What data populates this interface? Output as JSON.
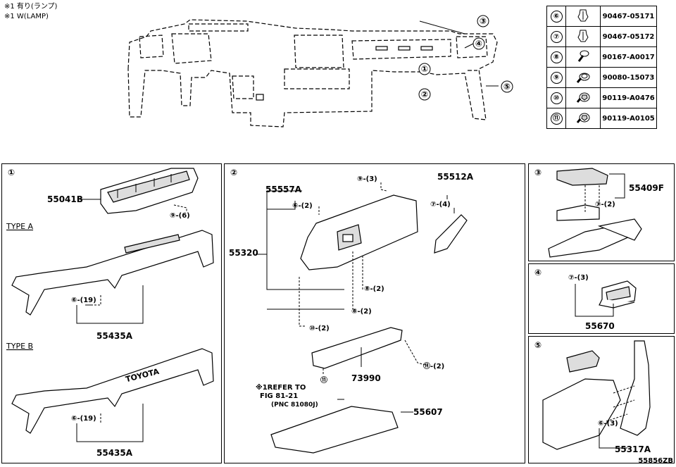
{
  "notes": {
    "line1": "※1 有り(ランプ)",
    "line2": "※1 W(LAMP)"
  },
  "overview_callouts": [
    "①",
    "②",
    "③",
    "④",
    "⑤"
  ],
  "parts_table": [
    {
      "ref": "⑥",
      "part": "90467-05171",
      "icon": "clip-icon"
    },
    {
      "ref": "⑦",
      "part": "90467-05172",
      "icon": "clip-icon"
    },
    {
      "ref": "⑧",
      "part": "90167-A0017",
      "icon": "screw-icon"
    },
    {
      "ref": "⑨",
      "part": "90080-15073",
      "icon": "screw-washer-icon"
    },
    {
      "ref": "⑩",
      "part": "90119-A0476",
      "icon": "bolt-icon"
    },
    {
      "ref": "⑪",
      "part": "90119-A0105",
      "icon": "bolt-icon"
    }
  ],
  "panel1": {
    "num": "①",
    "part_top": "55041B",
    "qty_top": "⑨-(6)",
    "type_a": "TYPE A",
    "type_b": "TYPE B",
    "qty_a": "⑥-(19)",
    "qty_b": "⑥-(19)",
    "part_a": "55435A",
    "part_b": "55435A",
    "emblem_b": "TOYOTA"
  },
  "panel2": {
    "num": "②",
    "p55557a": "55557A",
    "p55512a": "55512A",
    "p55320": "55320",
    "p73990": "73990",
    "p55607": "55607",
    "q9": "⑨-(3)",
    "q6": "⑥-(2)",
    "q7": "⑦-(4)",
    "q8a": "⑧-(2)",
    "q8b": "⑧-(2)",
    "q10": "⑩-(2)",
    "q11a": "⑪",
    "q11b": "⑪-(2)",
    "ref1": "※1REFER TO",
    "ref2": "FIG 81-21",
    "ref3": "(PNC 81080J)"
  },
  "panel3": {
    "num": "③",
    "part": "55409F",
    "qty": "⑦-(2)"
  },
  "panel4": {
    "num": "④",
    "part": "55670",
    "qty": "⑦-(3)"
  },
  "panel5": {
    "num": "⑤",
    "part": "55317A",
    "qty": "⑥-(3)"
  },
  "footer": "55856ZB"
}
